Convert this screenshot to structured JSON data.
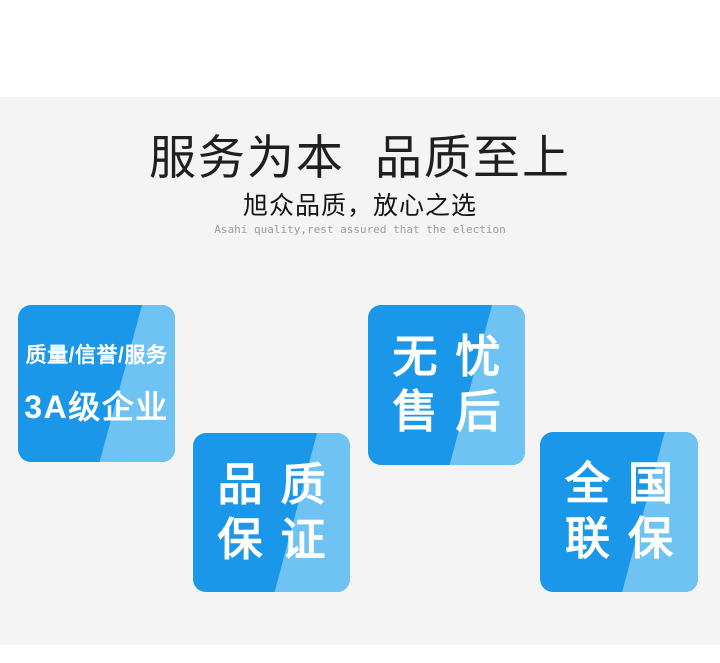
{
  "colors": {
    "page_bg": "#ffffff",
    "band_bg": "#f4f4f5",
    "badge_dark": "#1b97e9",
    "badge_light": "#6fc3f2",
    "badge_text": "#ffffff",
    "title_color": "#1f1f1f",
    "subtitle_color": "#141414",
    "subtitle_en_color": "#9c9c9c"
  },
  "header": {
    "title": "服务为本  品质至上",
    "subtitle": "旭众品质，放心之选",
    "subtitle_en": "Asahi quality,rest assured that the election"
  },
  "badges": [
    {
      "name": "3a-enterprise",
      "line1": "质量/信誉/服务",
      "line2": "3A级企业"
    },
    {
      "name": "quality-guarantee",
      "line1": "品质",
      "line2": "保证"
    },
    {
      "name": "worry-free-aftersales",
      "line1": "无忧",
      "line2": "售后"
    },
    {
      "name": "nationwide-warranty",
      "line1": "全国",
      "line2": "联保"
    }
  ]
}
